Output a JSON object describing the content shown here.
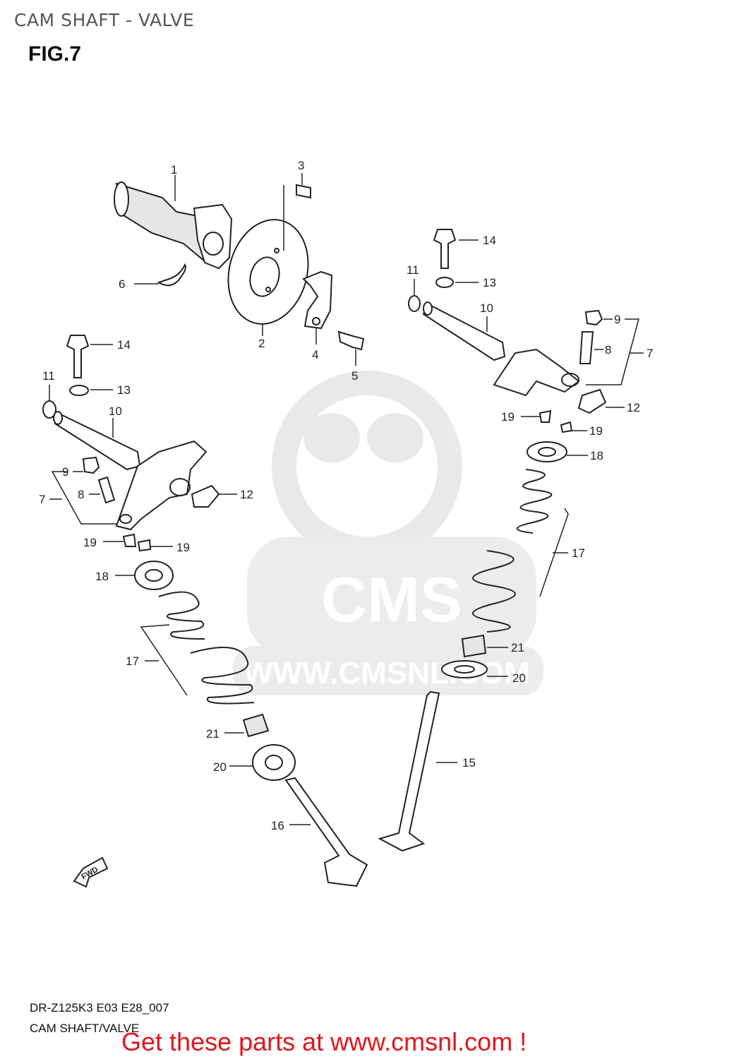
{
  "header": {
    "title": "CAM SHAFT - VALVE",
    "figure": "FIG.7"
  },
  "watermark": {
    "brand": "CMS",
    "url": "WWW.CMSNL.COM"
  },
  "parts": {
    "p1": "1",
    "p2": "2",
    "p3": "3",
    "p4": "4",
    "p5": "5",
    "p6": "6",
    "p7a": "7",
    "p7b": "7",
    "p8a": "8",
    "p8b": "8",
    "p9a": "9",
    "p9b": "9",
    "p10a": "10",
    "p10b": "10",
    "p11a": "11",
    "p11b": "11",
    "p12a": "12",
    "p12b": "12",
    "p13a": "13",
    "p13b": "13",
    "p14a": "14",
    "p14b": "14",
    "p15": "15",
    "p16": "16",
    "p17a": "17",
    "p17b": "17",
    "p18a": "18",
    "p18b": "18",
    "p19a": "19",
    "p19b": "19",
    "p19c": "19",
    "p19d": "19",
    "p20a": "20",
    "p20b": "20",
    "p21a": "21",
    "p21b": "21"
  },
  "fwd_label": "FWD",
  "footer": {
    "model": "DR-Z125K3 E03 E28_007",
    "name": "CAM SHAFT/VALVE",
    "cta": "Get these parts at www.cmsnl.com !"
  }
}
